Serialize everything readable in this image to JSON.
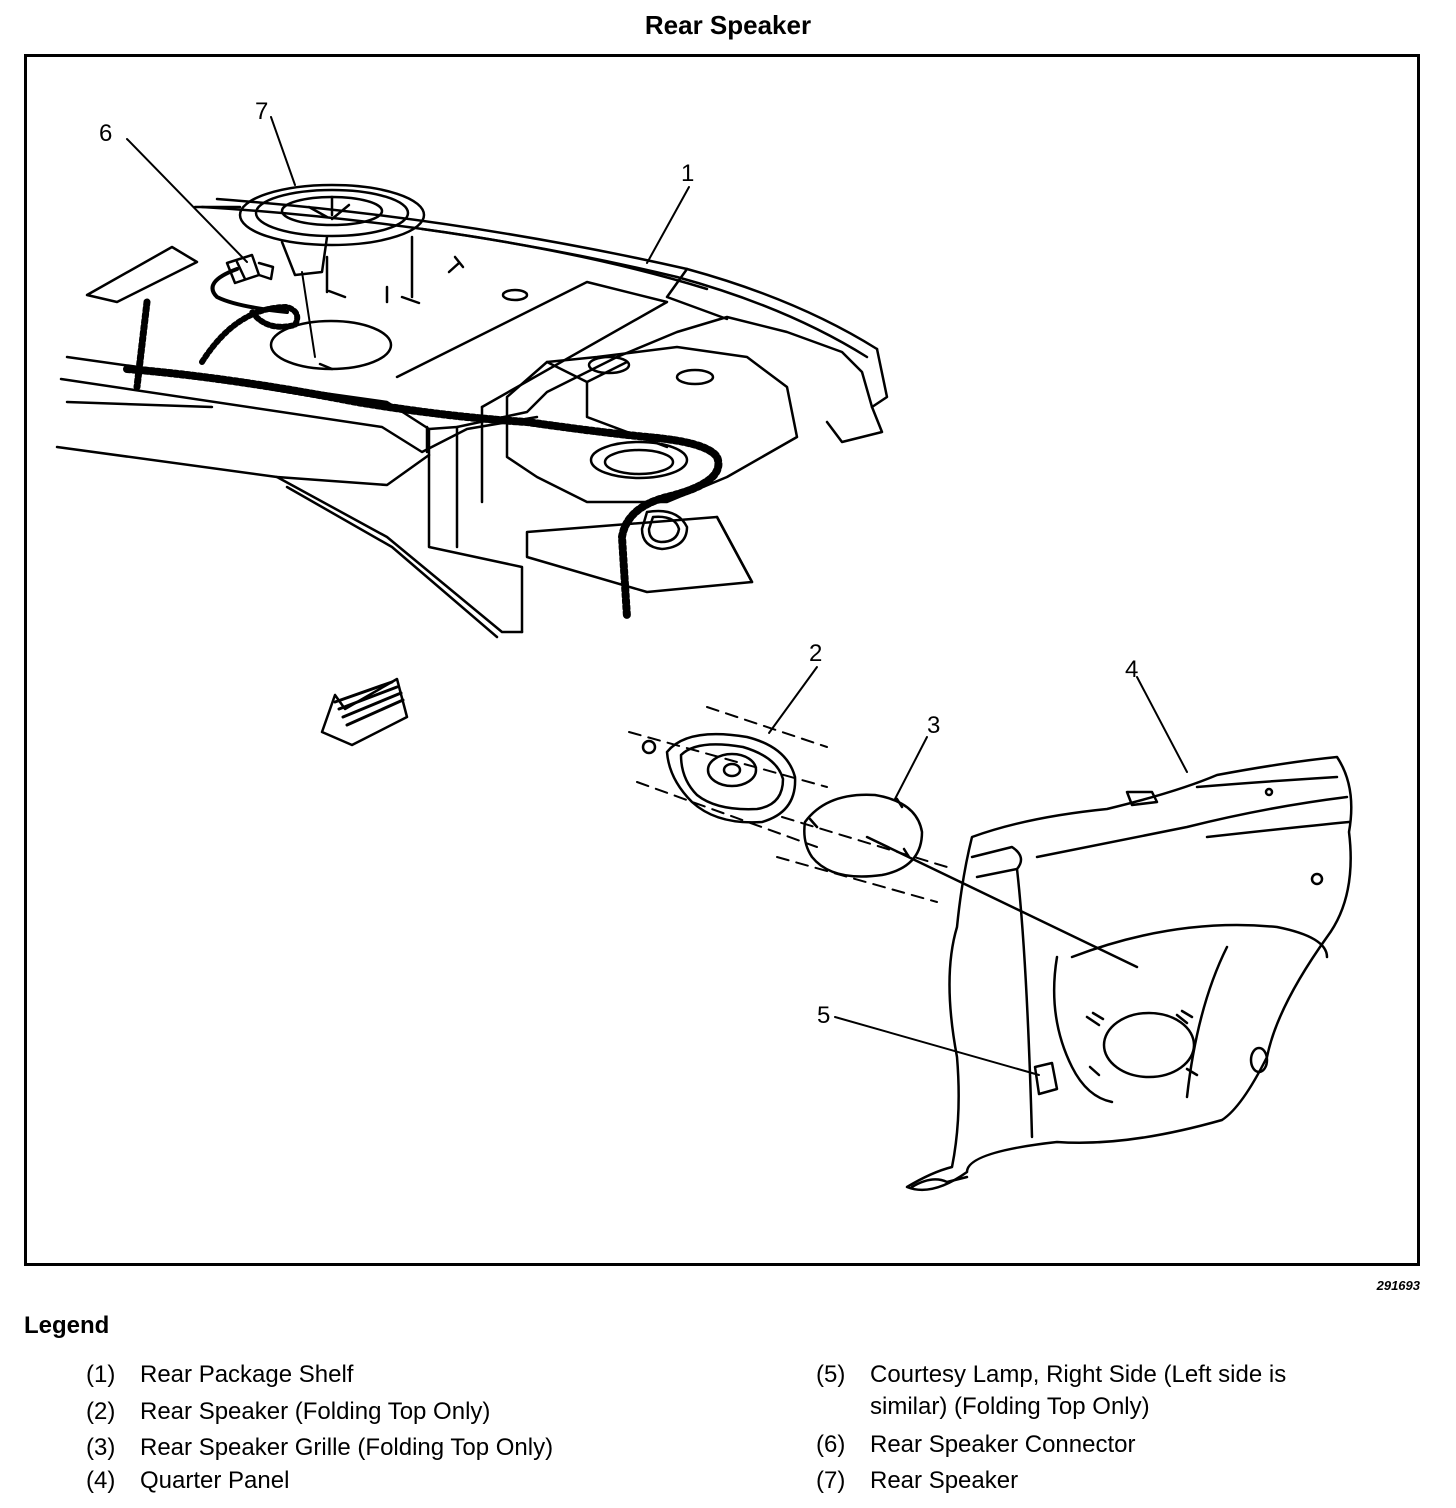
{
  "title": "Rear Speaker",
  "figure_id": "291693",
  "callouts": [
    "1",
    "2",
    "3",
    "4",
    "5",
    "6",
    "7"
  ],
  "legend": {
    "title": "Legend",
    "items": [
      {
        "num": "(1)",
        "text": "Rear Package Shelf"
      },
      {
        "num": "(2)",
        "text": "Rear Speaker (Folding Top Only)"
      },
      {
        "num": "(3)",
        "text": "Rear Speaker Grille (Folding Top Only)"
      },
      {
        "num": "(4)",
        "text": "Quarter Panel"
      },
      {
        "num": "(5)",
        "text": "Courtesy Lamp, Right Side (Left side is",
        "text2": "similar) (Folding Top Only)"
      },
      {
        "num": "(6)",
        "text": "Rear Speaker Connector"
      },
      {
        "num": "(7)",
        "text": "Rear Speaker"
      }
    ]
  }
}
